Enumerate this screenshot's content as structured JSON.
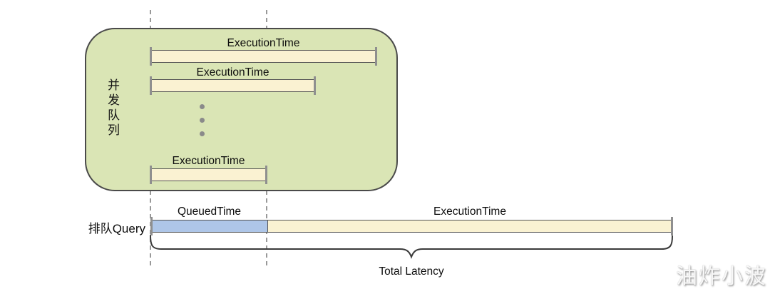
{
  "colors": {
    "queue_box_fill": "#dae5b5",
    "queue_box_border": "#4a4a4a",
    "bar_fill": "#faf2d2",
    "bar_border": "#555555",
    "queued_fill": "#aec6e8",
    "dashed_line": "#999999",
    "brace": "#3a3a3a",
    "text": "#111111"
  },
  "queue_box": {
    "label": "并发队列",
    "bars": [
      {
        "label": "ExecutionTime"
      },
      {
        "label": "ExecutionTime"
      },
      {
        "label": "ExecutionTime"
      }
    ]
  },
  "bottom_row": {
    "row_label": "排队Query",
    "queued_label": "QueuedTime",
    "execution_label": "ExecutionTime",
    "brace_label": "Total Latency"
  },
  "watermark": "油炸小波"
}
